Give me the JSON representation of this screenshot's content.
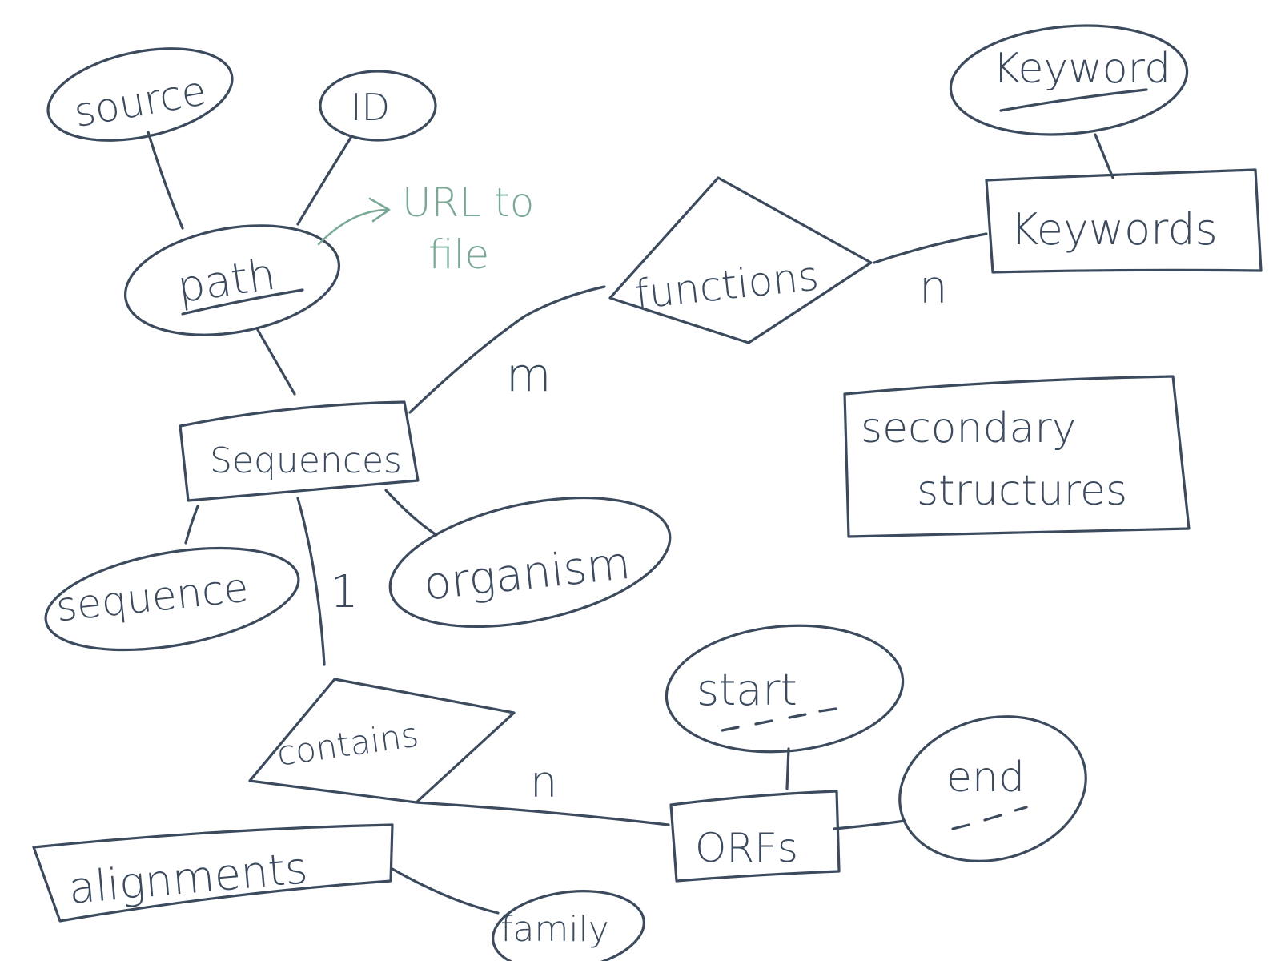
{
  "colors": {
    "ink": "#3c4a5e",
    "annotation": "#79a994",
    "background": "#ffffff"
  },
  "entities": {
    "sequences": "Sequences",
    "keywords": "Keywords",
    "secondary_structures_line1": "secondary",
    "secondary_structures_line2": "structures",
    "orfs": "ORFs",
    "alignments": "alignments"
  },
  "relationships": {
    "functions": "functions",
    "contains": "contains"
  },
  "attributes": {
    "source": "source",
    "id": "ID",
    "path": "path",
    "keyword": "Keyword",
    "sequence": "sequence",
    "organism": "organism",
    "start": "start",
    "end": "end",
    "family": "family"
  },
  "cardinalities": {
    "sequences_functions": "m",
    "functions_keywords": "n",
    "sequences_contains": "1",
    "contains_orfs": "n"
  },
  "annotation": {
    "line1": "URL to",
    "line2": "file"
  }
}
